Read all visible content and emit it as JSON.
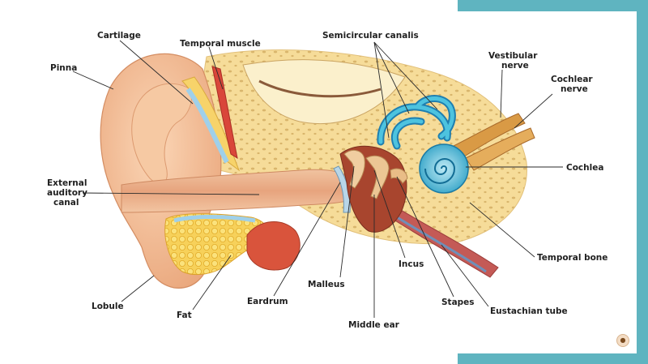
{
  "labels": {
    "cartilage": "Cartilage",
    "temporal_muscle": "Temporal muscle",
    "semicircular_canalis": "Semicircular canalis",
    "vestibular_nerve_1": "Vestibular",
    "vestibular_nerve_2": "nerve",
    "cochlear_nerve_1": "Cochlear",
    "cochlear_nerve_2": "nerve",
    "pinna": "Pinna",
    "external_canal_1": "External",
    "external_canal_2": "auditory",
    "external_canal_3": "canal",
    "cochlea": "Cochlea",
    "temporal_bone": "Temporal bone",
    "incus": "Incus",
    "malleus": "Malleus",
    "eardrum": "Eardrum",
    "stapes": "Stapes",
    "eustachian_tube": "Eustachian tube",
    "lobule": "Lobule",
    "fat": "Fat",
    "middle_ear": "Middle ear"
  },
  "colors": {
    "frame": "#5fb4c0",
    "skin": "#f2b98e",
    "bone": "#f5dc98",
    "cartilage": "#9fd0ea",
    "fat": "#f4c64a",
    "muscle": "#d9463a",
    "inner_ear": "#2aa6c8"
  }
}
